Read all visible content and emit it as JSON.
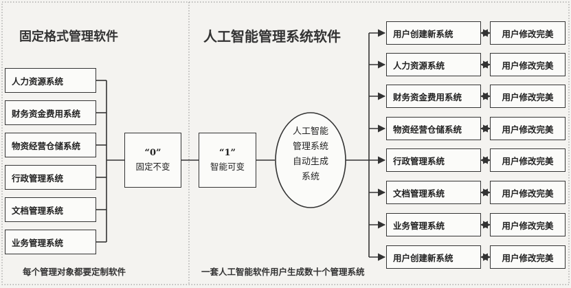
{
  "left_panel": {
    "title": "固定格式管理软件",
    "systems": [
      "人力资源系统",
      "财务资金费用系统",
      "物资经营仓储系统",
      "行政管理系统",
      "文档管理系统",
      "业务管理系统"
    ],
    "footer": "每个管理对象都要定制软件"
  },
  "fixed_node": {
    "quote": "“0”",
    "label": "固定不变"
  },
  "right_panel": {
    "title": "人工智能管理系统软件",
    "smart_node": {
      "quote": "“1”",
      "label": "智能可变"
    },
    "engine_lines": [
      "人工智能",
      "管理系统",
      "自动生成",
      "系统"
    ],
    "systems": [
      "用户创建新系统",
      "人力资源系统",
      "财务资金费用系统",
      "物资经营仓储系统",
      "行政管理系统",
      "文档管理系统",
      "业务管理系统",
      "用户创建新系统"
    ],
    "improve_label": "用户修改完美",
    "footer": "一套人工智能软件用户生成数十个管理系统"
  }
}
